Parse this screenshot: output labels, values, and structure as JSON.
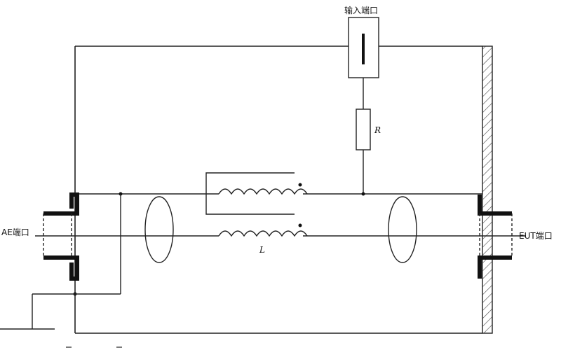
{
  "labels": {
    "input_port": "输入端口",
    "resistor": "R",
    "inductor": "L",
    "ae_port": "AE端口",
    "eut_port": "EUT端口"
  },
  "colors": {
    "line": "#222222",
    "hatch": "#444444",
    "background": "#ffffff"
  }
}
